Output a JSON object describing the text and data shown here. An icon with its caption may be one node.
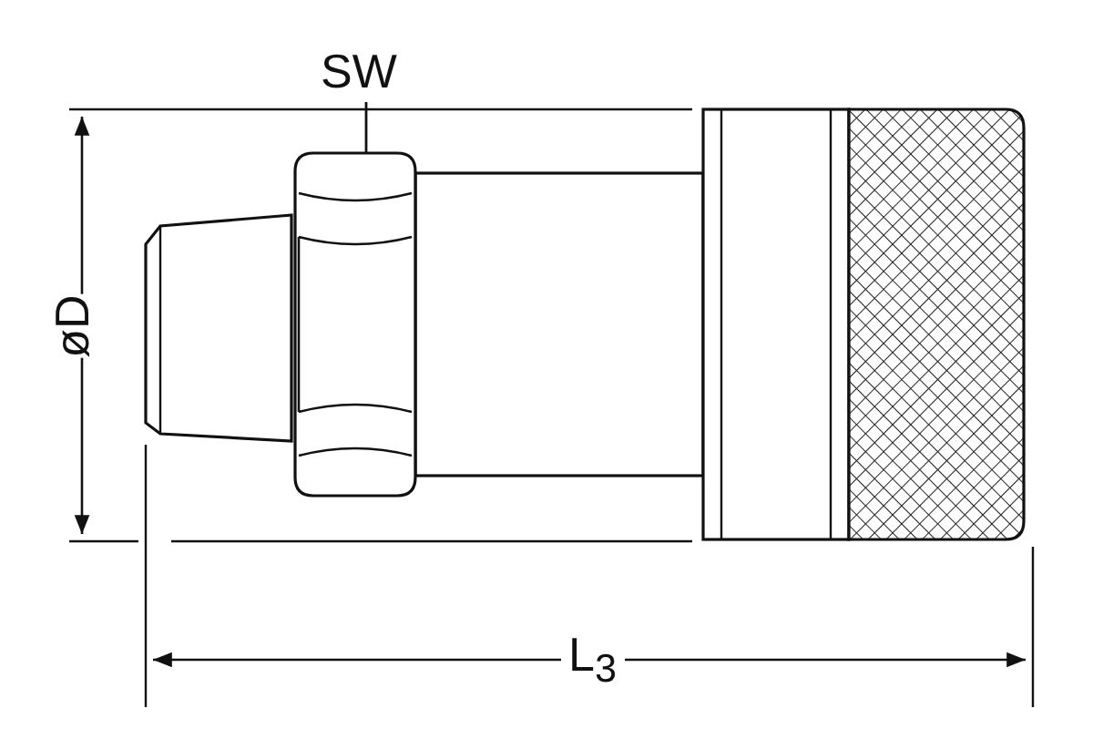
{
  "diagram": {
    "nodes": [
      {
        "text": [
          "SW"
        ]
      },
      {
        "text": [],
        "shape": "picture"
      }
    ],
    "edges": [
      {
        "from": 0,
        "to": 1,
        "arrow": "none"
      }
    ],
    "labels": [
      "øD",
      "L$_{3}$"
    ]
  }
}
